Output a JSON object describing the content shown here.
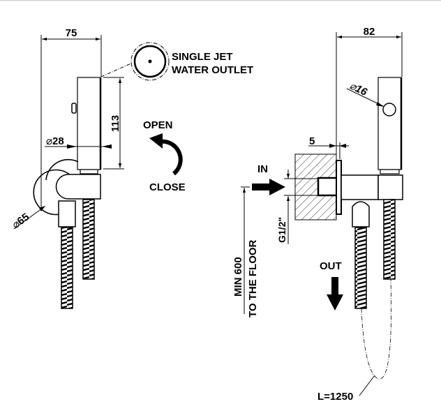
{
  "title": "Bidet shower set technical drawing",
  "left_view": {
    "width_dim": "75",
    "height_dim": "113",
    "handle_diameter": "28",
    "wall_plate_diameter": "65",
    "callout": [
      "SINGLE JET",
      "WATER OUTLET"
    ]
  },
  "rotation": {
    "open_label": "OPEN",
    "close_label": "CLOSE"
  },
  "right_view": {
    "width_dim": "82",
    "outlet_diameter": "16",
    "plate_thickness_dim": "5",
    "inlet_label": "IN",
    "thread_label": "G1/2\"",
    "floor_note": [
      "MIN 600",
      "TO THE FLOOR"
    ],
    "outlet_label": "OUT",
    "hose_length": "L=1250"
  },
  "symbols": {
    "diameter": "⌀"
  }
}
